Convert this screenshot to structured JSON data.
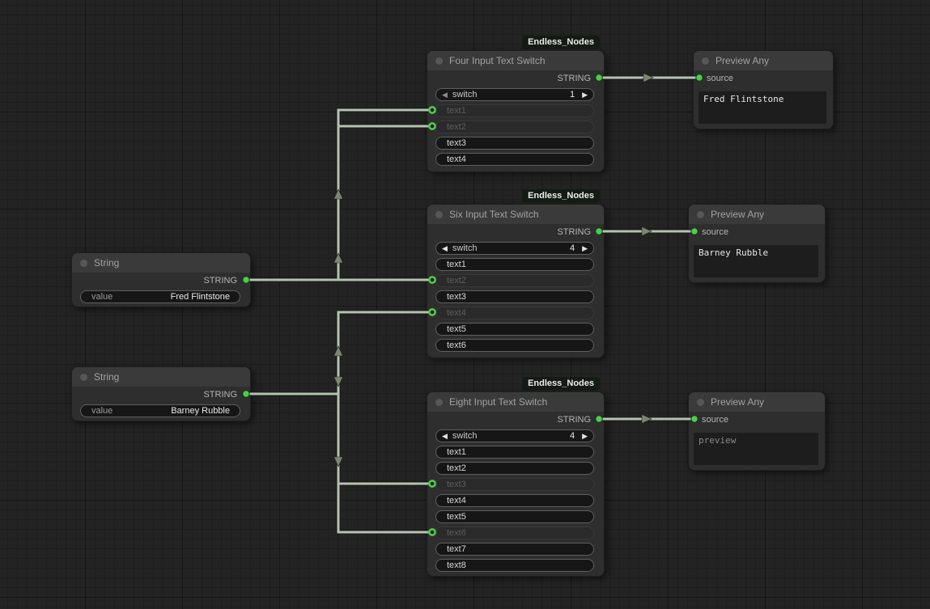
{
  "colors": {
    "accent": "#4ecb4e",
    "wire": "#b3c3af",
    "badge-bg": "#141b14"
  },
  "icons": {
    "left_arrow": "◀",
    "right_arrow": "▶",
    "collapse_dot": "circle",
    "output_port": "green-dot",
    "input_port": "green-ring"
  },
  "nodes": {
    "string1": {
      "title": "String",
      "output_label": "STRING",
      "widget": {
        "label": "value",
        "value": "Fred Flintstone"
      }
    },
    "string2": {
      "title": "String",
      "output_label": "STRING",
      "widget": {
        "label": "value",
        "value": "Barney Rubble"
      }
    },
    "four": {
      "badge": "Endless_Nodes",
      "title": "Four Input Text Switch",
      "output_label": "STRING",
      "switch": {
        "label": "switch",
        "value": "1"
      },
      "inputs": [
        {
          "label": "text1",
          "connected": true
        },
        {
          "label": "text2",
          "connected": true
        },
        {
          "label": "text3",
          "connected": false
        },
        {
          "label": "text4",
          "connected": false
        }
      ]
    },
    "six": {
      "badge": "Endless_Nodes",
      "title": "Six Input Text Switch",
      "output_label": "STRING",
      "switch": {
        "label": "switch",
        "value": "4"
      },
      "inputs": [
        {
          "label": "text1",
          "connected": false
        },
        {
          "label": "text2",
          "connected": true
        },
        {
          "label": "text3",
          "connected": false
        },
        {
          "label": "text4",
          "connected": true
        },
        {
          "label": "text5",
          "connected": false
        },
        {
          "label": "text6",
          "connected": false
        }
      ]
    },
    "eight": {
      "badge": "Endless_Nodes",
      "title": "Eight Input Text Switch",
      "output_label": "STRING",
      "switch": {
        "label": "switch",
        "value": "4"
      },
      "inputs": [
        {
          "label": "text1",
          "connected": false
        },
        {
          "label": "text2",
          "connected": false
        },
        {
          "label": "text3",
          "connected": true
        },
        {
          "label": "text4",
          "connected": false
        },
        {
          "label": "text5",
          "connected": false
        },
        {
          "label": "text6",
          "connected": true
        },
        {
          "label": "text7",
          "connected": false
        },
        {
          "label": "text8",
          "connected": false
        }
      ]
    },
    "preview1": {
      "title": "Preview Any",
      "input_label": "source",
      "text": "Fred Flintstone"
    },
    "preview2": {
      "title": "Preview Any",
      "input_label": "source",
      "text": "Barney Rubble"
    },
    "preview3": {
      "title": "Preview Any",
      "input_label": "source",
      "text": "preview"
    }
  }
}
